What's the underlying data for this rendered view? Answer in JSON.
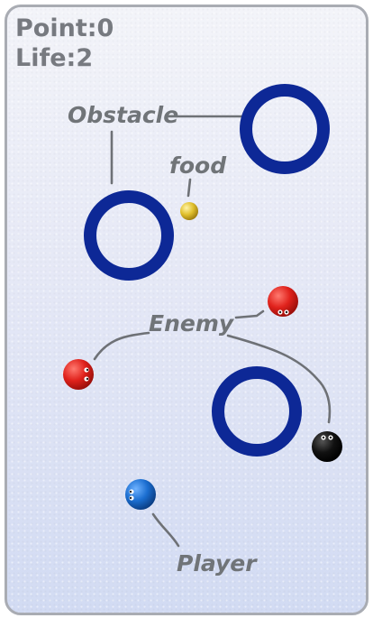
{
  "hud": {
    "points_text": "Point:0",
    "life_text": "Life:2"
  },
  "labels": {
    "obstacle": "Obstacle",
    "food": "food",
    "enemy": "Enemy",
    "player": "Player"
  },
  "colors": {
    "obstacle_ring": "#0d2896",
    "enemy_red": "#e0221c",
    "enemy_black": "#111111",
    "player_blue": "#1b6ed0",
    "food_gold": "#e0bf2c",
    "label_gray": "#707478"
  }
}
